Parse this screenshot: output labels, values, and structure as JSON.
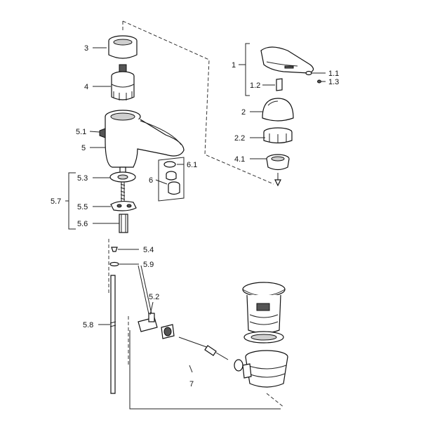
{
  "colors": {
    "ink": "#111111",
    "shade": "#cfcfcf",
    "dark": "#555555"
  },
  "labels": {
    "p1": "1",
    "p1_1": "1.1",
    "p1_2": "1.2",
    "p1_3": "1.3",
    "p2": "2",
    "p2_2": "2.2",
    "p3": "3",
    "p4": "4",
    "p4_1": "4.1",
    "p5": "5",
    "p5_1": "5.1",
    "p5_2": "5.2",
    "p5_3": "5.3",
    "p5_4": "5.4",
    "p5_5": "5.5",
    "p5_6": "5.6",
    "p5_7": "5.7",
    "p5_8": "5.8",
    "p5_9": "5.9",
    "p6": "6",
    "p6_1": "6.1",
    "p7": "7"
  }
}
